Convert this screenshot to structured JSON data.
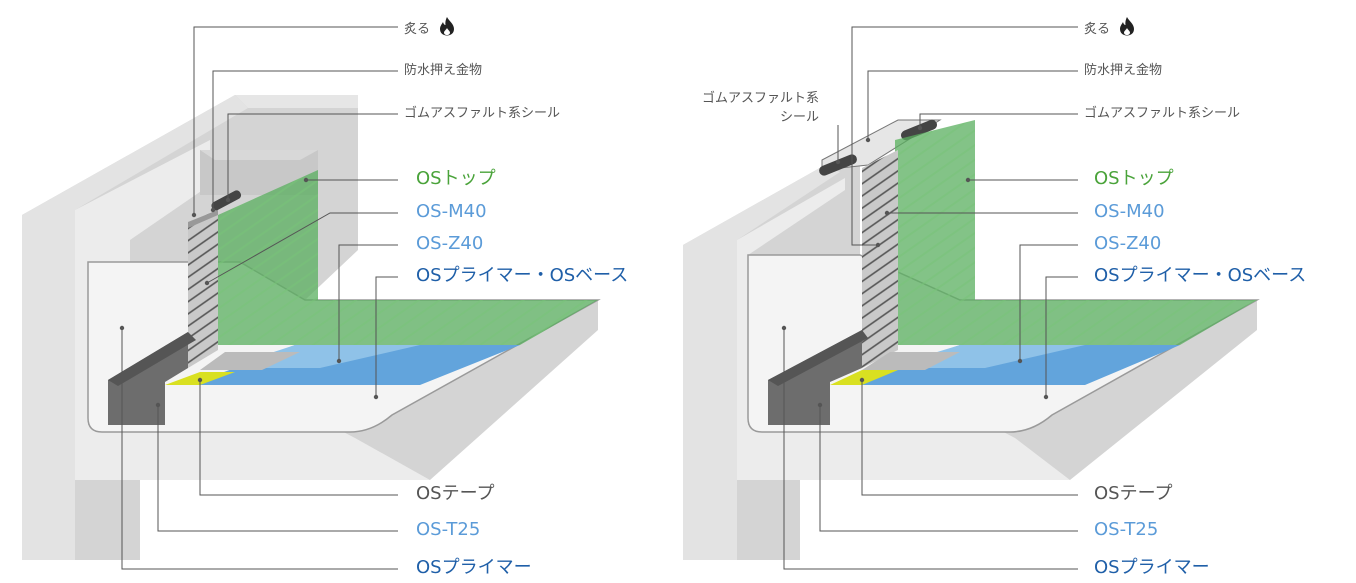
{
  "left": {
    "labels": {
      "heat": "炙る",
      "metal": "防水押え金物",
      "seal": "ゴムアスファルト系シール",
      "top": "OSトップ",
      "m40": "OS-M40",
      "z40": "OS-Z40",
      "primer_base": "OSプライマー・OSベース",
      "tape": "OSテープ",
      "t25": "OS-T25",
      "primer": "OSプライマー"
    }
  },
  "right": {
    "labels": {
      "heat": "炙る",
      "metal": "防水押え金物",
      "seal_left": "ゴムアスファルト系\nシール",
      "seal": "ゴムアスファルト系シール",
      "top": "OSトップ",
      "m40": "OS-M40",
      "z40": "OS-Z40",
      "primer_base": "OSプライマー・OSベース",
      "tape": "OSテープ",
      "t25": "OS-T25",
      "primer": "OSプライマー"
    }
  },
  "colors": {
    "top_green": "#6fbf73",
    "blue_layer": "#62a4dc",
    "tape_yellow": "#d9e021",
    "concrete": "#d9d9d9",
    "label_green": "#4aa33a",
    "label_light_blue": "#5b9bd8",
    "label_dark_blue": "#1f5fa8"
  },
  "icons": {
    "heat": "flame-icon"
  }
}
